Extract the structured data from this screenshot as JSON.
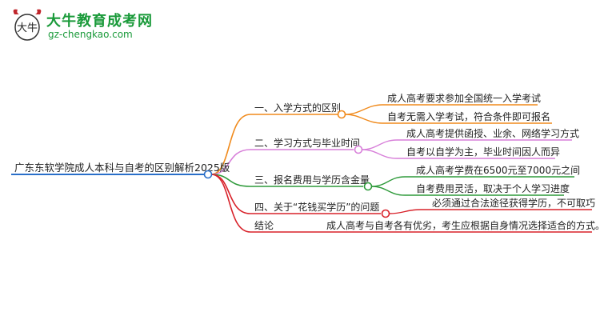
{
  "logo": {
    "brand": "大牛教育成考网",
    "site": "gz-chengkao.com",
    "mark_text": "大牛"
  },
  "root": {
    "label": "广东东软学院成人本科与自考的区别解析2025版",
    "color": "#2a6fc9"
  },
  "branches": [
    {
      "label": "一、入学方式的区别",
      "color": "#f08a1c",
      "children": [
        "成人高考要求参加全国统一入学考试",
        "自考无需入学考试，符合条件即可报名"
      ]
    },
    {
      "label": "二、学习方式与毕业时间",
      "color": "#d77fd9",
      "children": [
        "成人高考提供函授、业余、网络学习方式",
        "自考以自学为主，毕业时间因人而异"
      ]
    },
    {
      "label": "三、报名费用与学历含金量",
      "color": "#2e9a3a",
      "children": [
        "成人高考学费在6500元至7000元之间",
        "自考费用灵活，取决于个人学习进度"
      ]
    },
    {
      "label": "四、关于“花钱买学历”的问题",
      "color": "#d8222a",
      "children": [
        "必须通过合法途径获得学历，不可取巧"
      ]
    },
    {
      "label": "结论",
      "color": "#d8222a",
      "children": [
        "成人高考与自考各有优劣，考生应根据自身情况选择适合的方式。"
      ]
    }
  ]
}
